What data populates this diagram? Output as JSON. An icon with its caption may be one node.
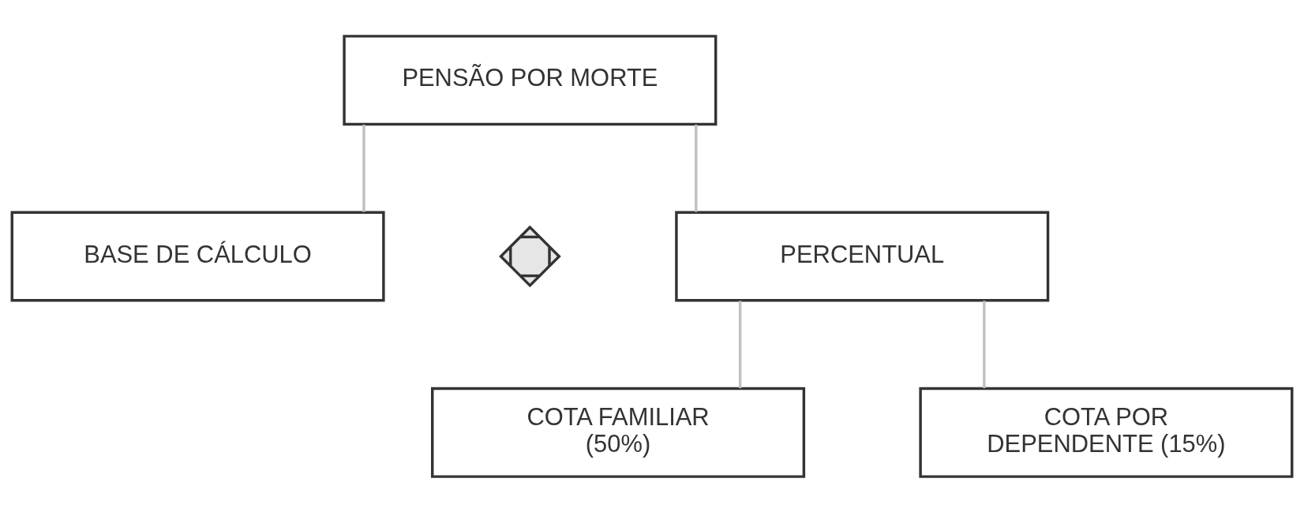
{
  "diagram": {
    "nodes": [
      {
        "text": [
          "PENSÃO POR MORTE"
        ]
      },
      {
        "text": [
          "BASE DE CÁLCULO"
        ]
      },
      {
        "text": [],
        "shape": "cross"
      },
      {
        "text": [
          "PERCENTUAL"
        ]
      },
      {
        "text": [
          "COTA FAMILIAR (50%)"
        ]
      },
      {
        "text": [
          "COTA POR DEPENDENTE (15%)"
        ]
      }
    ],
    "edges": [
      {
        "from": 0,
        "to": 1,
        "arrow": "none",
        "color": "#c0c0c0"
      },
      {
        "from": 0,
        "to": 3,
        "arrow": "none",
        "color": "#c0c0c0"
      },
      {
        "from": 3,
        "to": 4,
        "arrow": "none",
        "color": "#c0c0c0"
      },
      {
        "from": 3,
        "to": 5,
        "arrow": "none",
        "color": "#c0c0c0"
      }
    ]
  }
}
